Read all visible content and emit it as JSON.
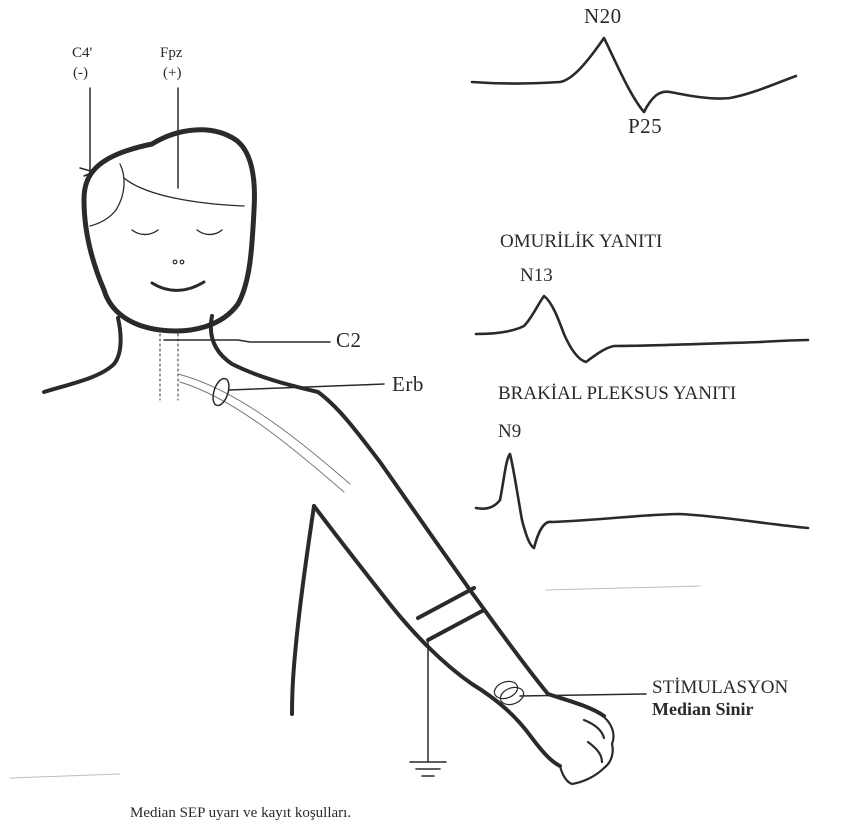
{
  "electrodes": {
    "c4_label": "C4'",
    "c4_sign": "(-)",
    "fpz_label": "Fpz",
    "fpz_sign": "(+)"
  },
  "points": {
    "c2": "C2",
    "erb": "Erb"
  },
  "waves": {
    "cortical_peak1": "N20",
    "cortical_peak2": "P25",
    "spinal_title": "OMURİLİK YANITI",
    "spinal_peak": "N13",
    "plexus_title": "BRAKİAL PLEKSUS YANITI",
    "plexus_peak": "N9"
  },
  "stimulation": {
    "title": "STİMULASYON",
    "nerve": "Median Sinir"
  },
  "caption": "Median SEP uyarı ve kayıt koşulları.",
  "colors": {
    "ink": "#2a2a2a",
    "faint": "#bdbdbd"
  }
}
